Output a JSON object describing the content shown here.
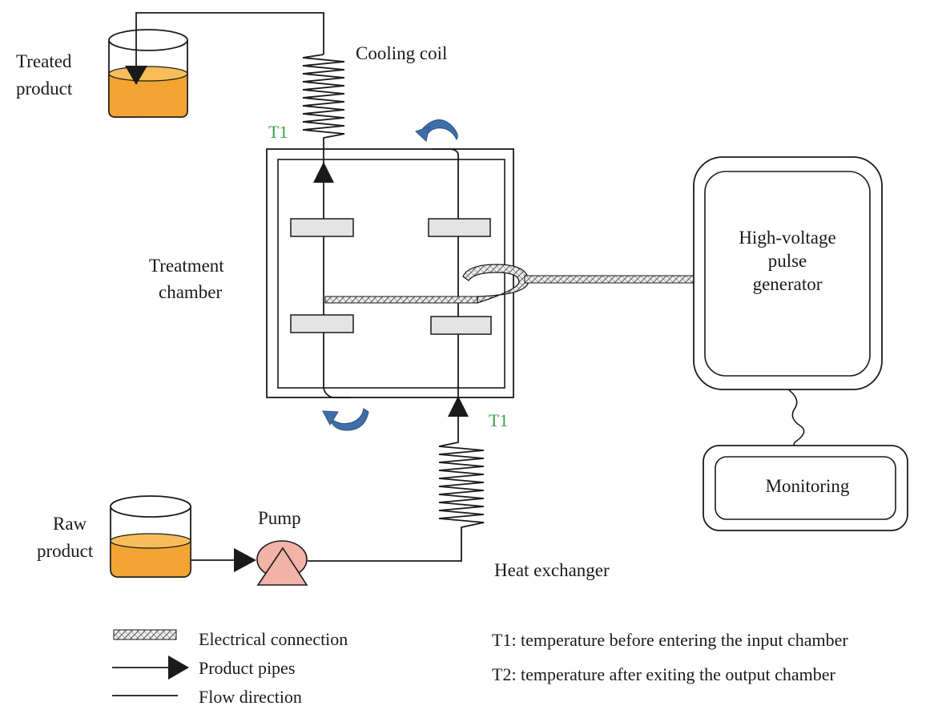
{
  "labels": {
    "treated_product_line1": "Treated",
    "treated_product_line2": "product",
    "cooling_coil": "Cooling coil",
    "t1_top": "T1",
    "treatment_chamber_line1": "Treatment",
    "treatment_chamber_line2": "chamber",
    "t1_bottom": "T1",
    "generator_line1": "High-voltage",
    "generator_line2": "pulse",
    "generator_line3": "generator",
    "monitoring": "Monitoring",
    "raw_product_line1": "Raw",
    "raw_product_line2": "product",
    "pump": "Pump",
    "heat_exchanger": "Heat exchanger"
  },
  "legend": {
    "electrical_connection": "Electrical connection",
    "product_pipes": "Product pipes",
    "flow_direction": "Flow direction",
    "t1_note": "T1: temperature before entering the input chamber",
    "t2_note": "T2: temperature after exiting the output chamber"
  },
  "colors": {
    "product_fill": "#f2a533",
    "pump_fill": "#f2b3a8",
    "temperature_label": "#3aa04a",
    "flow_arrow": "#3f6fa8",
    "electrode_fill": "#e4e4e4",
    "line": "#1a1a1a"
  }
}
